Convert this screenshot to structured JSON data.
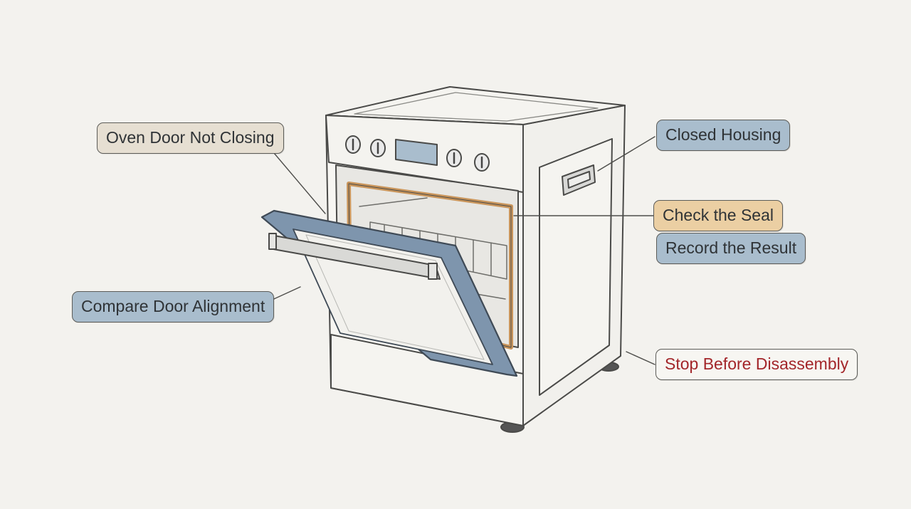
{
  "labels": {
    "oven_door_not_closing": "Oven Door Not Closing",
    "closed_housing": "Closed Housing",
    "check_the_seal": "Check the Seal",
    "record_the_result": "Record the Result",
    "compare_door_alignment": "Compare Door Alignment",
    "stop_before_disassembly": "Stop Before Disassembly"
  },
  "colors": {
    "background": "#f3f2ee",
    "tan_label": "#e6dfd2",
    "blue_label": "#a9bdcd",
    "orange_label": "#ebcfa3",
    "door_blue": "#7e95ad",
    "seal_gasket": "#c9955b",
    "warning_text": "#a3262a"
  }
}
